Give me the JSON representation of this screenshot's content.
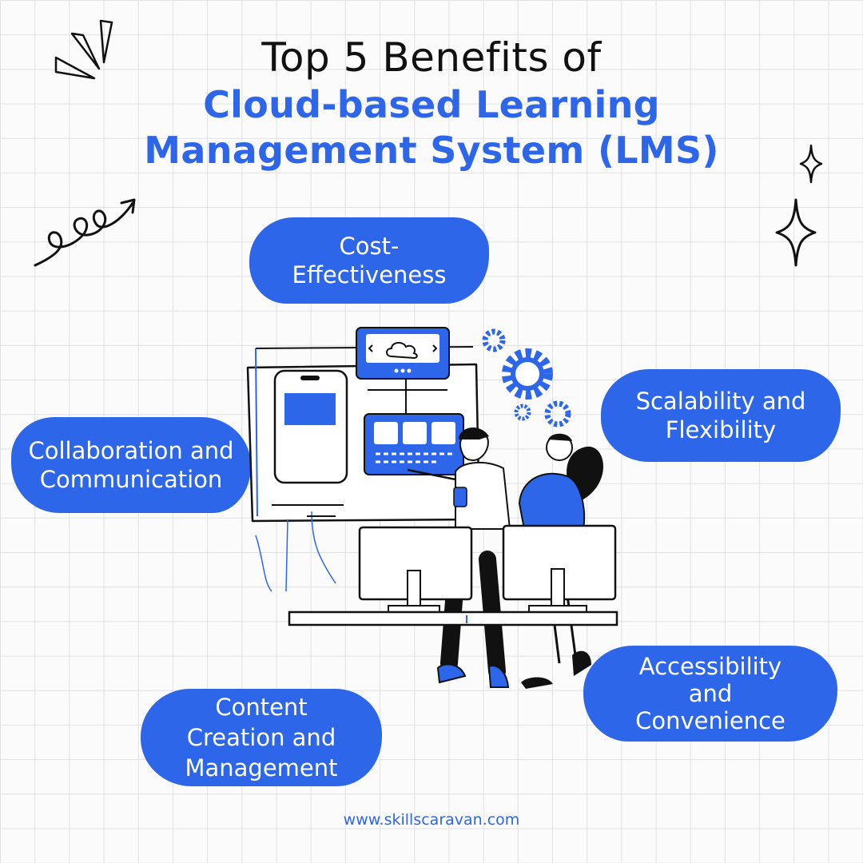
{
  "title": {
    "line1": "Top 5 Benefits of",
    "line2": "Cloud-based Learning",
    "line3": "Management System (LMS)"
  },
  "benefits": [
    {
      "lines": [
        "Cost-",
        "Effectiveness"
      ]
    },
    {
      "lines": [
        "Scalability and",
        "Flexibility"
      ]
    },
    {
      "lines": [
        "Collaboration and",
        "Communication"
      ]
    },
    {
      "lines": [
        "Accessibility",
        "and",
        "Convenience"
      ]
    },
    {
      "lines": [
        "Content",
        "Creation and",
        "Management"
      ]
    }
  ],
  "footer": {
    "url": "www.skillscaravan.com"
  },
  "colors": {
    "accent": "#2d66e8",
    "text": "#111111",
    "background": "#fbfbfb"
  },
  "icons": [
    "spark-lines-icon",
    "loop-arrow-icon",
    "sparkle-star-icon",
    "cloud-icon",
    "gear-icon"
  ]
}
